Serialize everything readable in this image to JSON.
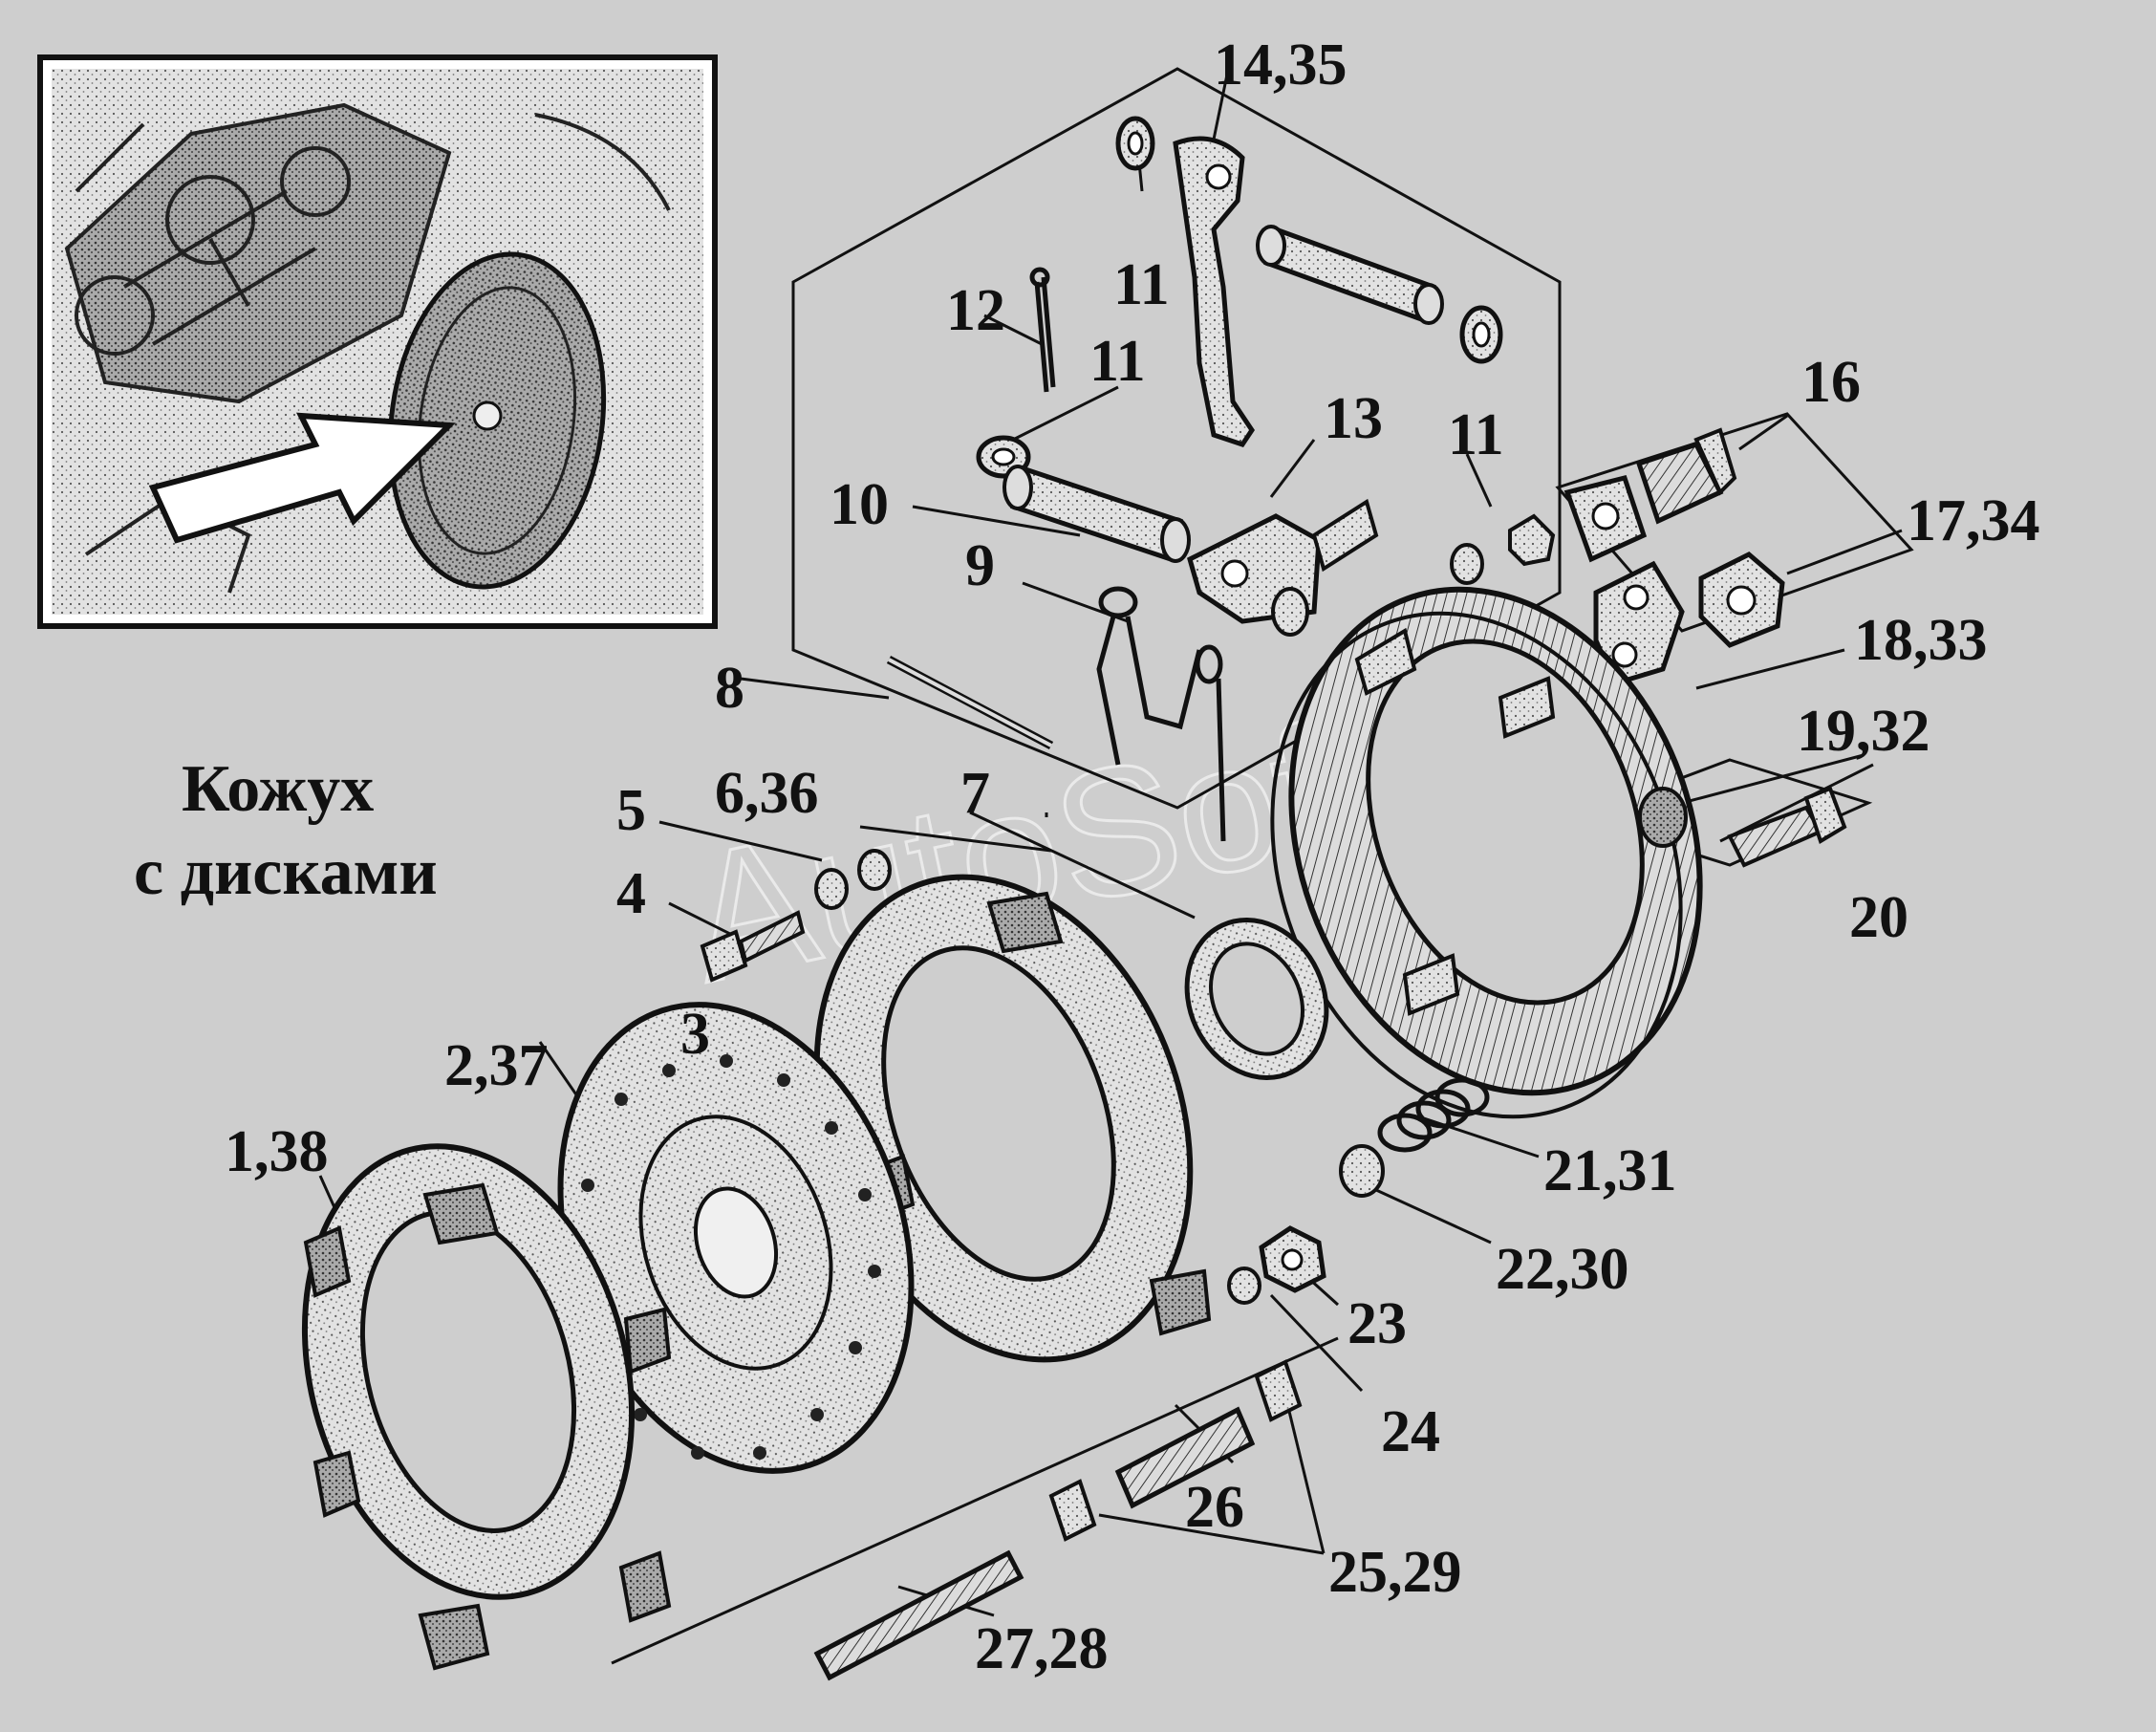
{
  "title_lines": [
    "Кожух",
    "с дисками"
  ],
  "watermark": "AutoSoft",
  "labels": [
    "14,35",
    "12",
    "11",
    "11",
    "11",
    "16",
    "13",
    "10",
    "17,34",
    "9",
    "18,33",
    "8",
    "19,32",
    "6,36",
    "7",
    "5",
    "20",
    "4",
    "3",
    "2,37",
    "21,31",
    "1,38",
    "22,30",
    "23",
    "24",
    "26",
    "25,29",
    "27,28"
  ],
  "colors": {
    "background": "#cecece",
    "ink": "#111111",
    "part_fill": "#e6e6e6"
  }
}
